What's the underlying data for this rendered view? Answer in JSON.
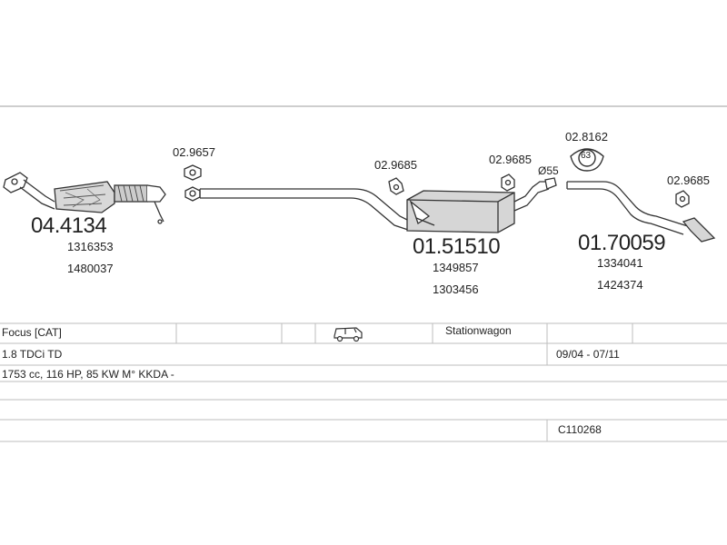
{
  "parts": {
    "catalytic_converter": {
      "number": "04.4134",
      "refs": [
        "1316353",
        "1480037"
      ]
    },
    "middle_silencer": {
      "number": "01.51510",
      "refs": [
        "1349857",
        "1303456"
      ]
    },
    "rear_silencer": {
      "number": "01.70059",
      "refs": [
        "1334041",
        "1424374"
      ]
    },
    "mount_front": "02.9657",
    "hanger_1": "02.9685",
    "hanger_2": "02.9685",
    "ring_mount": "02.8162",
    "hanger_3": "02.9685",
    "diameter": "Ø55",
    "ring_size": "63"
  },
  "table": {
    "model": "Focus  [CAT]",
    "body_type": "Stationwagon",
    "engine": "1.8 TDCi TD",
    "years": "09/04 - 07/11",
    "spec": "1753 cc, 116 HP, 85 KW M° KKDA -",
    "code": "C110268",
    "icon": "van-icon"
  }
}
